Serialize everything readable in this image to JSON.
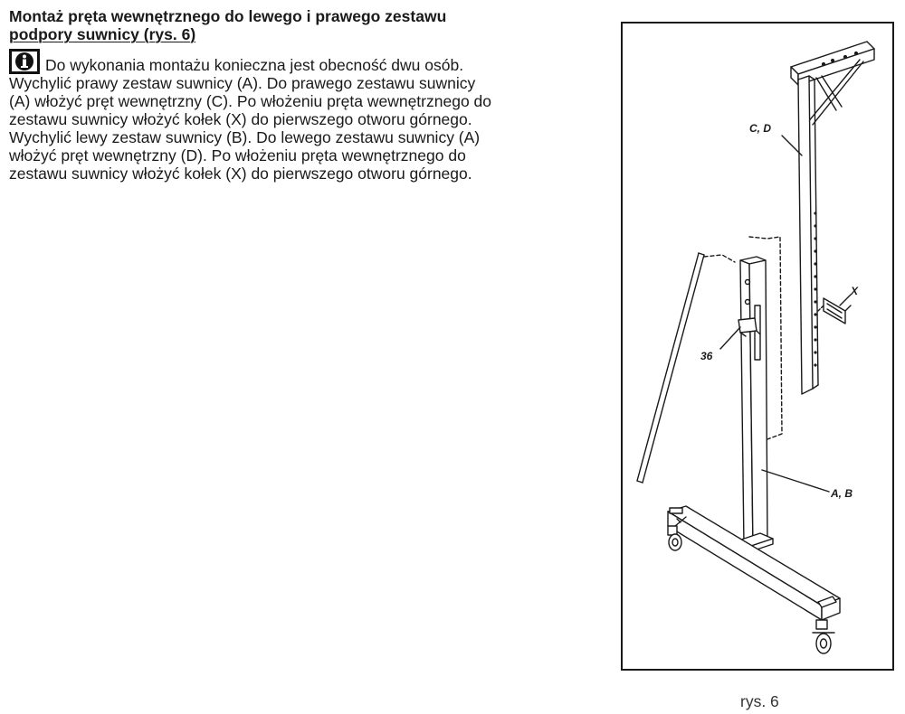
{
  "heading": {
    "line1": "Montaż pręta wewnętrznego do lewego i prawego zestawu",
    "line2": "podpory suwnicy (rys. 6)"
  },
  "info": {
    "icon": "info-icon",
    "lines": [
      "Do wykonania montażu konieczna jest obecność dwu osób.",
      "Wychylić prawy zestaw suwnicy (A). Do prawego zestawu suwnicy",
      "(A) włożyć pręt wewnętrzny (C). Po włożeniu pręta wewnętrznego do",
      "zestawu suwnicy włożyć kołek (X) do pierwszego otworu górnego.",
      "Wychylić lewy zestaw suwnicy (B). Do lewego zestawu suwnicy (A)",
      "włożyć pręt wewnętrzny (D). Po włożeniu pręta wewnętrznego do",
      "zestawu suwnicy włożyć kołek (X) do pierwszego otworu górnego."
    ]
  },
  "figure": {
    "labels": {
      "cd": "C, D",
      "x": "X",
      "part36": "36",
      "ab": "A, B"
    },
    "caption": "rys. 6"
  }
}
